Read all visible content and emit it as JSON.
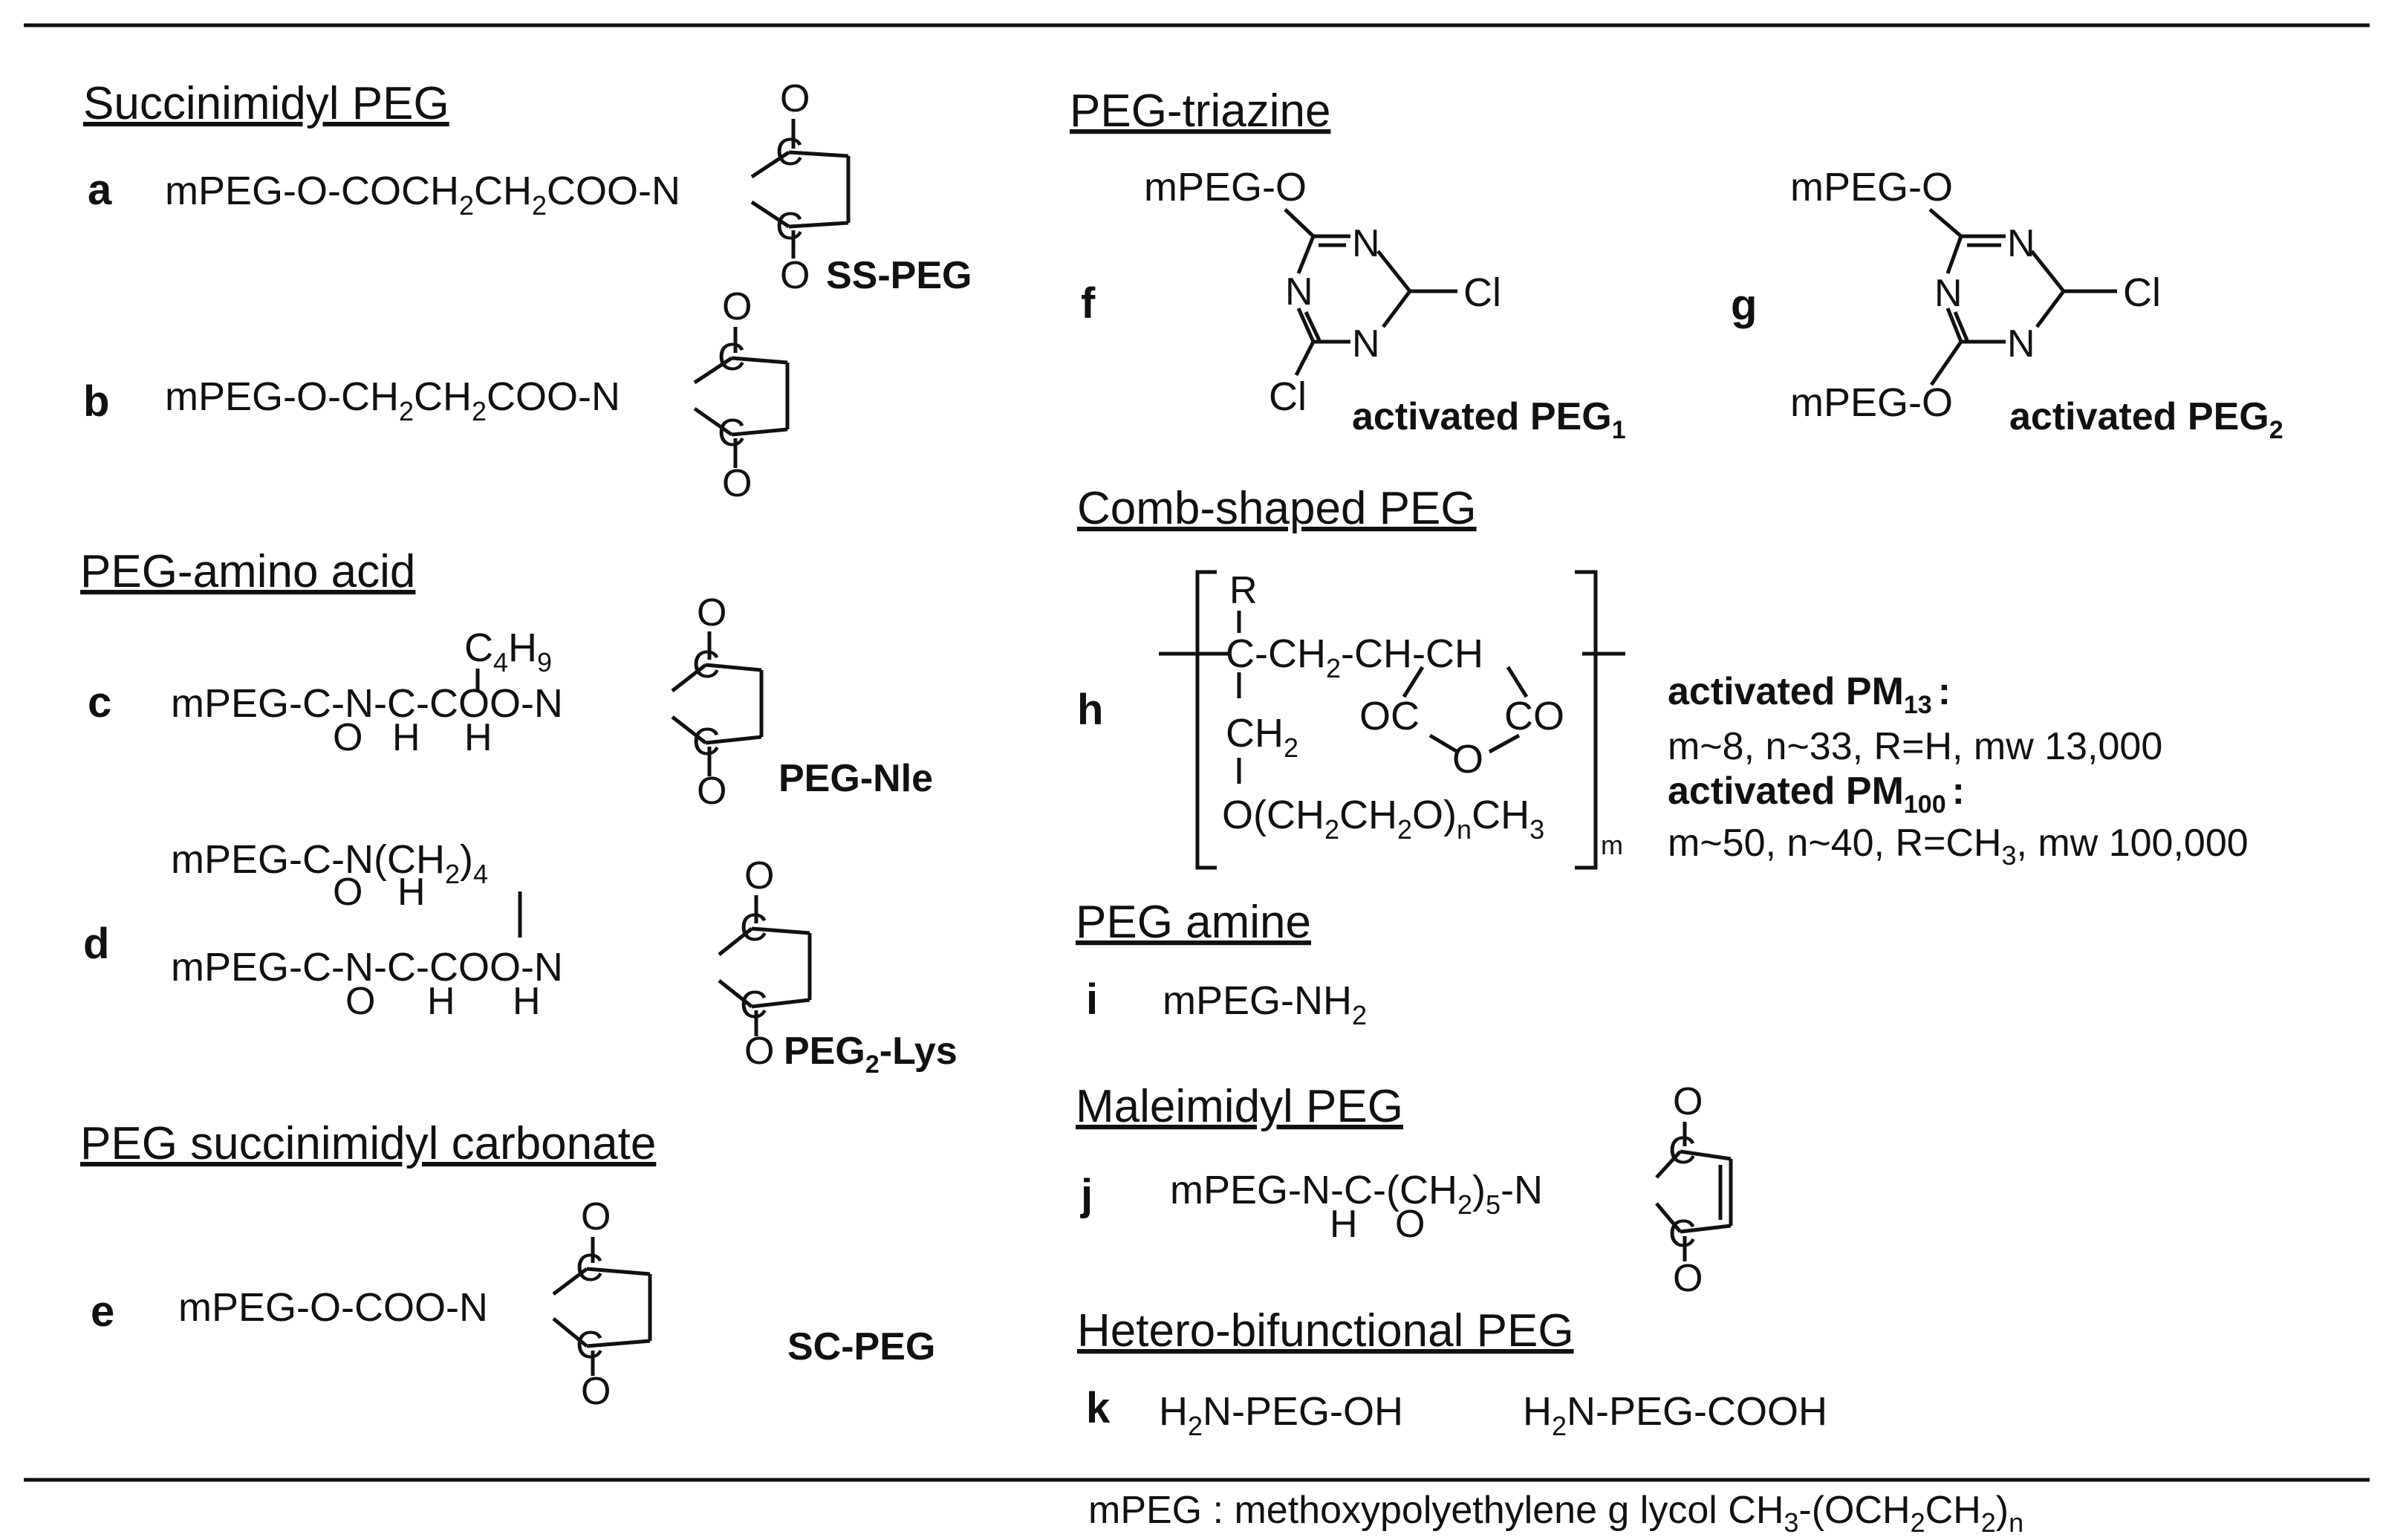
{
  "sections": {
    "succinimidyl_peg": "Succinimidyl PEG",
    "peg_amino_acid": "PEG-amino acid",
    "peg_succinimidyl_carbonate": "PEG succinimidyl carbonate",
    "peg_triazine": "PEG-triazine",
    "comb_shaped_peg": "Comb-shaped PEG",
    "peg_amine": "PEG amine",
    "maleimidyl_peg": "Maleimidyl PEG",
    "hetero_bifunctional_peg": "Hetero-bifunctional PEG"
  },
  "labels": {
    "a": "a",
    "b": "b",
    "c": "c",
    "d": "d",
    "e": "e",
    "f": "f",
    "g": "g",
    "h": "h",
    "i": "i",
    "j": "j",
    "k": "k"
  },
  "compounds": {
    "a": {
      "chain": "mPEG-O-COCH",
      "s1": "2",
      "mid": "CH",
      "s2": "2",
      "tail": "COO-N",
      "name": "SS-PEG"
    },
    "b": {
      "chain": "mPEG-O-CH",
      "s1": "2",
      "mid": "CH",
      "s2": "2",
      "tail": "COO-N"
    },
    "c": {
      "chain": "mPEG-C-N-C-COO-N",
      "side": "C",
      "side_sub": "4",
      "side2": "H",
      "side_sub2": "9",
      "o": "O",
      "h1": "H",
      "h2": "H",
      "name": "PEG-Nle"
    },
    "d": {
      "top": "mPEG-C-N(CH",
      "top_sub": "2",
      "top_end": ")",
      "top_sub2": "4",
      "top_o": "O",
      "top_h": "H",
      "main": "mPEG-C-N-C-COO-N",
      "o": "O",
      "h1": "H",
      "h2": "H",
      "name": "PEG",
      "name_sub": "2",
      "name_end": "-Lys"
    },
    "e": {
      "chain": "mPEG-O-COO-N",
      "name": "SC-PEG"
    },
    "f": {
      "mpeg": "mPEG-O",
      "cl1": "Cl",
      "cl2": "Cl",
      "n": "N",
      "name": "activated PEG",
      "name_sub": "1"
    },
    "g": {
      "mpeg1": "mPEG-O",
      "mpeg2": "mPEG-O",
      "cl": "Cl",
      "n": "N",
      "name": "activated PEG",
      "name_sub": "2"
    },
    "h": {
      "r": "R",
      "backbone": "C-CH",
      "backbone_sub": "2",
      "backbone_end": "-CH-CH",
      "ch2": "CH",
      "ch2_sub": "2",
      "oc": "OC",
      "co": "CO",
      "o": "O",
      "side": "O(CH",
      "side_sub": "2",
      "side_mid": "CH",
      "side_sub2": "2",
      "side_mid2": "O)",
      "side_n": "n",
      "side_end": "CH",
      "side_sub3": "3",
      "m": "m",
      "pm13_name": "activated PM",
      "pm13_sub": "13",
      "pm13_colon": ":",
      "pm13_params": "m~8, n~33, R=H, mw 13,000",
      "pm100_name": "activated PM",
      "pm100_sub": "100",
      "pm100_colon": ":",
      "pm100_params_a": "m~50, n~40, R=CH",
      "pm100_params_sub": "3",
      "pm100_params_b": ", mw 100,000"
    },
    "i": {
      "chain": "mPEG-NH",
      "sub": "2"
    },
    "j": {
      "chain_a": "mPEG-N-C-(CH",
      "sub": "2",
      "chain_b": ")",
      "sub2": "5",
      "chain_c": "-N",
      "h": "H",
      "o": "O"
    },
    "k": {
      "first_a": "H",
      "first_sub": "2",
      "first_b": "N-PEG-OH",
      "second_a": "H",
      "second_sub": "2",
      "second_b": "N-PEG-COOH"
    }
  },
  "ring": {
    "o": "O",
    "c": "C"
  },
  "footnote": {
    "a": "mPEG : methoxypolyethylene g lycol CH",
    "s1": "3",
    "b": "-(OCH",
    "s2": "2",
    "c": "CH",
    "s3": "2",
    "d": ")",
    "s4": "n"
  }
}
